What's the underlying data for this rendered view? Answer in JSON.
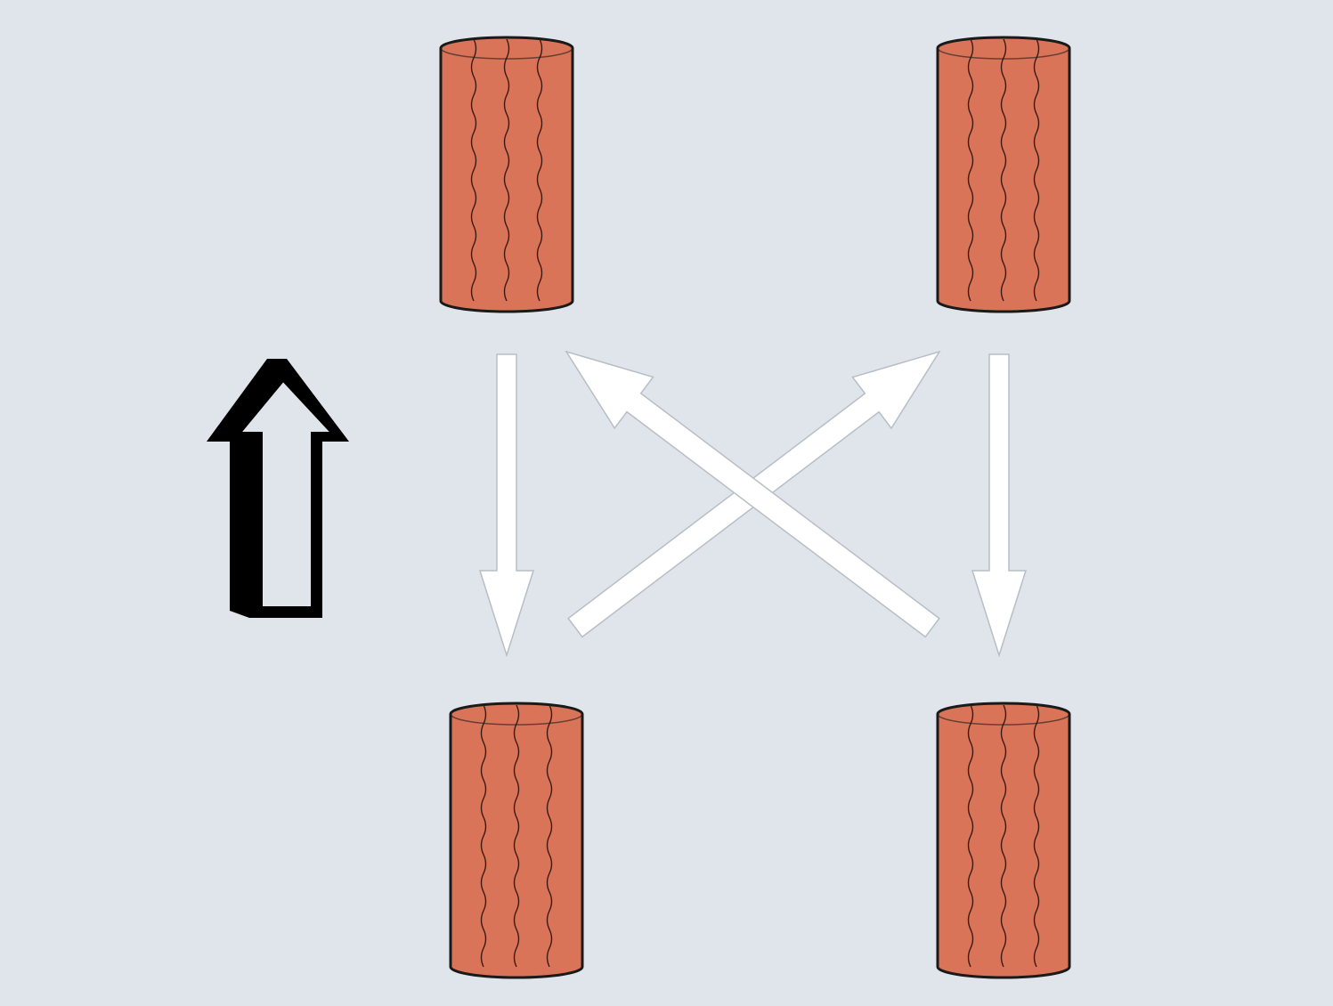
{
  "diagram": {
    "kind": "tire-rotation-pattern",
    "colors": {
      "background": "#E0E5EC",
      "tire_fill": "#D97458",
      "tire_outline": "#1A1A1A",
      "tread_line": "#3A1A12",
      "rotation_arrow_fill": "#FFFFFF",
      "rotation_arrow_outline": "#B8BEC6",
      "direction_arrow_fill": "#000000",
      "direction_arrow_inner": "#E0E5EC"
    },
    "tires": [
      {
        "id": "front-left",
        "icon": "tire-icon"
      },
      {
        "id": "front-right",
        "icon": "tire-icon"
      },
      {
        "id": "rear-left",
        "icon": "tire-icon"
      },
      {
        "id": "rear-right",
        "icon": "tire-icon"
      }
    ],
    "rotation_moves": [
      {
        "from": "front-left",
        "to": "rear-left",
        "style": "straight"
      },
      {
        "from": "front-right",
        "to": "rear-right",
        "style": "straight"
      },
      {
        "from": "rear-left",
        "to": "front-right",
        "style": "diagonal"
      },
      {
        "from": "rear-right",
        "to": "front-left",
        "style": "diagonal"
      }
    ],
    "direction_indicator": {
      "icon": "forward-arrow-icon",
      "meaning": "vehicle front"
    }
  }
}
